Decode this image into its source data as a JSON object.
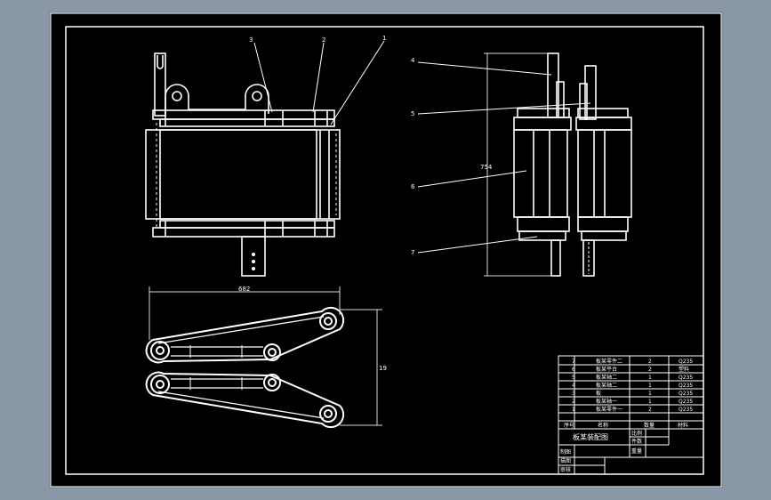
{
  "colors": {
    "window_bg": "#8a97a6",
    "sheet": "#000000",
    "line": "#ffffff",
    "dim_line": "#d8d8d8"
  },
  "callouts": [
    "1",
    "2",
    "3",
    "4",
    "5",
    "6",
    "7"
  ],
  "dimensions": {
    "overall_height": "754",
    "link_length": "682",
    "link_height": "19"
  },
  "title_block": {
    "parts": [
      {
        "no": "7",
        "name": "板某零件二",
        "qty": "2",
        "material": "Q235"
      },
      {
        "no": "6",
        "name": "板某平台",
        "qty": "2",
        "material": "塑料"
      },
      {
        "no": "5",
        "name": "板某轴二",
        "qty": "1",
        "material": "Q235"
      },
      {
        "no": "4",
        "name": "板某轴二",
        "qty": "1",
        "material": "Q235"
      },
      {
        "no": "3",
        "name": "板",
        "qty": "1",
        "material": "Q235"
      },
      {
        "no": "2",
        "name": "板某轴一",
        "qty": "1",
        "material": "Q235"
      },
      {
        "no": "1",
        "name": "板某零件一",
        "qty": "2",
        "material": "Q235"
      }
    ],
    "header": {
      "no": "序号",
      "name": "名称",
      "qty": "数量",
      "material": "材料"
    },
    "drawing_title": "板某装配图",
    "ratio_label": "比例",
    "count_label": "件数",
    "sheet_label": "重量",
    "design_label": "制图",
    "check_label": "描图",
    "audit_label": "审核"
  }
}
